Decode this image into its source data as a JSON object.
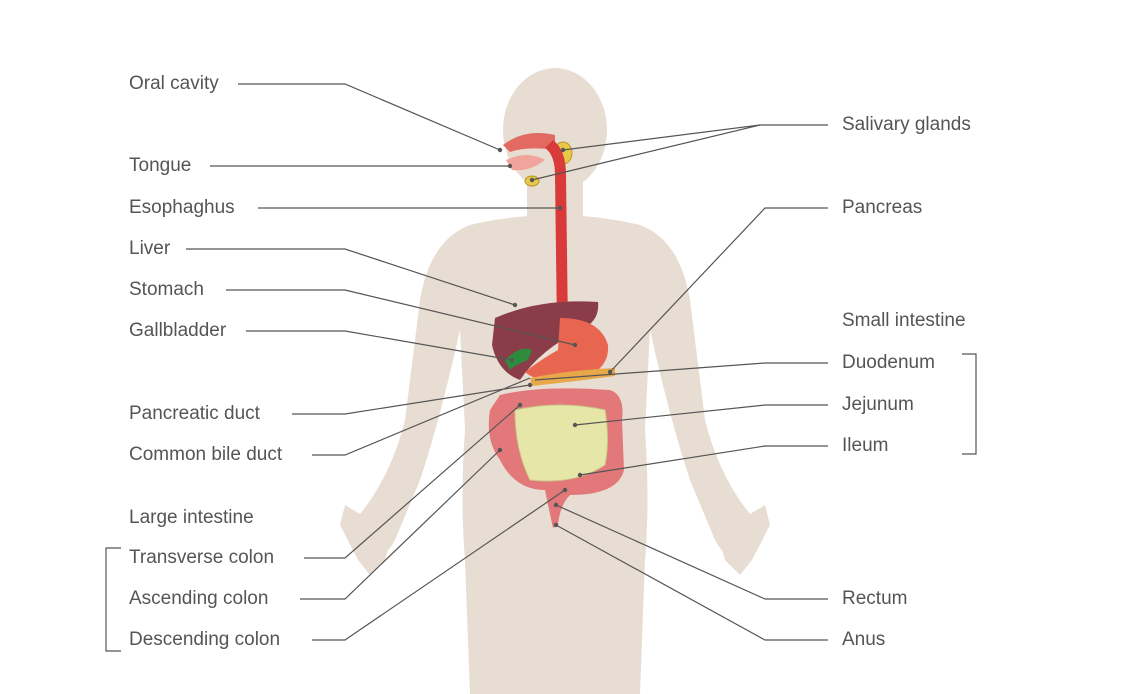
{
  "left_labels": {
    "oral_cavity": "Oral cavity",
    "tongue": "Tongue",
    "esophagus": "Esophaghus",
    "liver": "Liver",
    "stomach": "Stomach",
    "gallbladder": "Gallbladder",
    "pancreatic_duct": "Pancreatic duct",
    "common_bile_duct": "Common bile duct",
    "large_intestine_heading": "Large intestine",
    "transverse_colon": "Transverse colon",
    "ascending_colon": "Ascending colon",
    "descending_colon": "Descending colon"
  },
  "right_labels": {
    "salivary_glands": "Salivary glands",
    "pancreas": "Pancreas",
    "small_intestine_heading": "Small intestine",
    "duodenum": "Duodenum",
    "jejunum": "Jejunum",
    "ileum": "Ileum",
    "rectum": "Rectum",
    "anus": "Anus"
  },
  "colors": {
    "body_silhouette": "#e8ddd2",
    "leader_line": "#555555",
    "esophagus": "#d93a3a",
    "liver": "#8a3c48",
    "stomach": "#e8664f",
    "small_intestine": "#e6e6a8",
    "large_intestine": "#e2787a",
    "salivary": "#e8c84a",
    "gallbladder": "#2e8b3e"
  }
}
